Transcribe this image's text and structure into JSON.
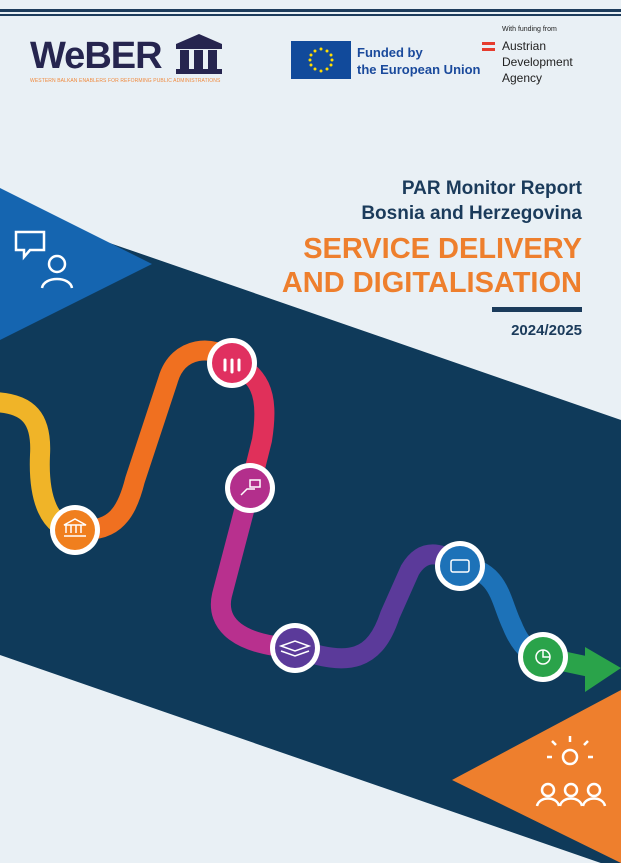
{
  "logos": {
    "weber_name": "WeBER",
    "weber_tagline": "WESTERN BALKAN ENABLERS FOR REFORMING PUBLIC ADMINISTRATIONS",
    "eu_text_line1": "Funded by",
    "eu_text_line2": "the European Union",
    "ada_caption": "With funding from",
    "ada_line1": "Austrian",
    "ada_line2": "Development",
    "ada_line3": "Agency"
  },
  "cover": {
    "series": "PAR Monitor Report",
    "country": "Bosnia and Herzegovina",
    "title_line1": "SERVICE DELIVERY",
    "title_line2": "AND DIGITALISATION",
    "period": "2024/2025"
  },
  "colors": {
    "navy": "#0f3a5a",
    "blue": "#1565b0",
    "orange": "#ee7f2d"
  },
  "path_icons": [
    "institution-icon",
    "people-icon",
    "hand-card-icon",
    "documents-icon",
    "wallet-icon",
    "chart-icon"
  ]
}
